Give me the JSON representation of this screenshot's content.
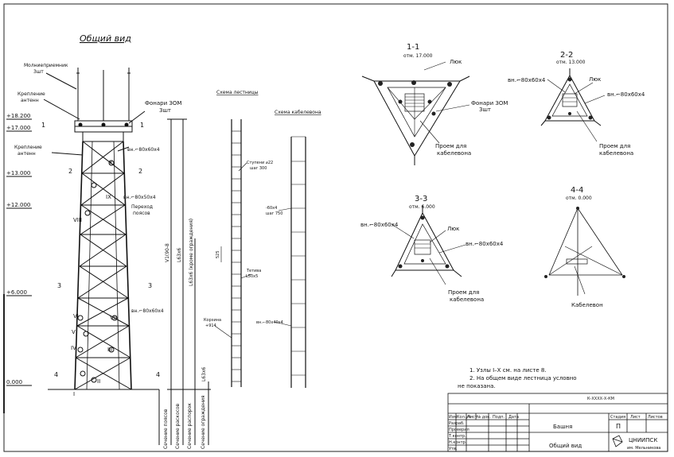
{
  "title": "Общий вид",
  "general_view": {
    "elevations": [
      "+18.200",
      "+17.000",
      "+13.000",
      "+12.000",
      "+6.000",
      "0.000"
    ],
    "callouts": {
      "lightning": [
        "Молниеприемник",
        "3шт"
      ],
      "antenna_mount_top": [
        "Крепление",
        "антенн"
      ],
      "lamps": [
        "Фонари ЗОМ",
        "3шт"
      ],
      "antenna_mount_mid": [
        "Крепление",
        "антенн"
      ],
      "plate_top": "вн.⌐80х60х4",
      "plate_mid": "вн.⌐80х50х4",
      "bridge": [
        "Переход",
        "поясов"
      ],
      "plate_low": "вн.⌐80х60х4"
    },
    "nodes": [
      "I",
      "II",
      "III",
      "IV",
      "V",
      "VI",
      "VII",
      "VIII",
      "IX",
      "X"
    ],
    "section_marks": [
      "1",
      "2",
      "3",
      "4"
    ],
    "vertical_labels": [
      "V1(90-8",
      "L63х6",
      "L63х6 (кроме ограждения)",
      "L63х6"
    ],
    "bottom_labels": [
      "Сечение поясов",
      "Сечение раскосов",
      "Сечение распорок",
      "Сечение ограждения"
    ]
  },
  "ladder": {
    "title": "Схема лестницы",
    "labels": [
      "Ступени ⌀22",
      "шаг 300",
      "525",
      "Тетива",
      "L50х5",
      "Корзина",
      "+914"
    ]
  },
  "cable": {
    "title": "Схема кабелевона",
    "labels": [
      "-60х4",
      "шаг 750",
      "вн.⌐80х40х4"
    ]
  },
  "sections": [
    {
      "name": "1-1",
      "mark": "отм. 17.000",
      "labels": [
        "Люк",
        "Фонари ЗОМ",
        "3шт",
        "Проем для",
        "кабелевона"
      ]
    },
    {
      "name": "2-2",
      "mark": "отм. 13.000",
      "labels": [
        "вн.⌐80х60х4",
        "Люк",
        "вн.⌐80х60х4",
        "Проем для",
        "кабелевона"
      ]
    },
    {
      "name": "3-3",
      "mark": "отм. 6.000",
      "labels": [
        "вн.⌐80х60х4",
        "Люк",
        "вн.⌐80х60х4",
        "Проем для",
        "кабелевона"
      ]
    },
    {
      "name": "4-4",
      "mark": "отм. 0.000",
      "labels": [
        "Кабелевон"
      ]
    }
  ],
  "notes": [
    "1. Узлы I–X см. на листе 8.",
    "2. На общем виде лестница условно",
    "не показана."
  ],
  "title_block": {
    "code": "К-ХХХХ-Х-КМ",
    "headers": [
      "Изм.",
      "Кол.уч",
      "Лист",
      "№ док.",
      "Подп.",
      "Дата"
    ],
    "roles": [
      "Разраб.",
      "Проверил",
      "Т.контр.",
      "Н.контр.",
      "Утв."
    ],
    "object": "Башня",
    "sheet_name": "Общий вид",
    "stage_header": "Стадия",
    "sheet_header": "Лист",
    "sheets_header": "Листов",
    "stage": "П",
    "org": "ЦНИИПСК",
    "org2": "им. Мельникова"
  }
}
